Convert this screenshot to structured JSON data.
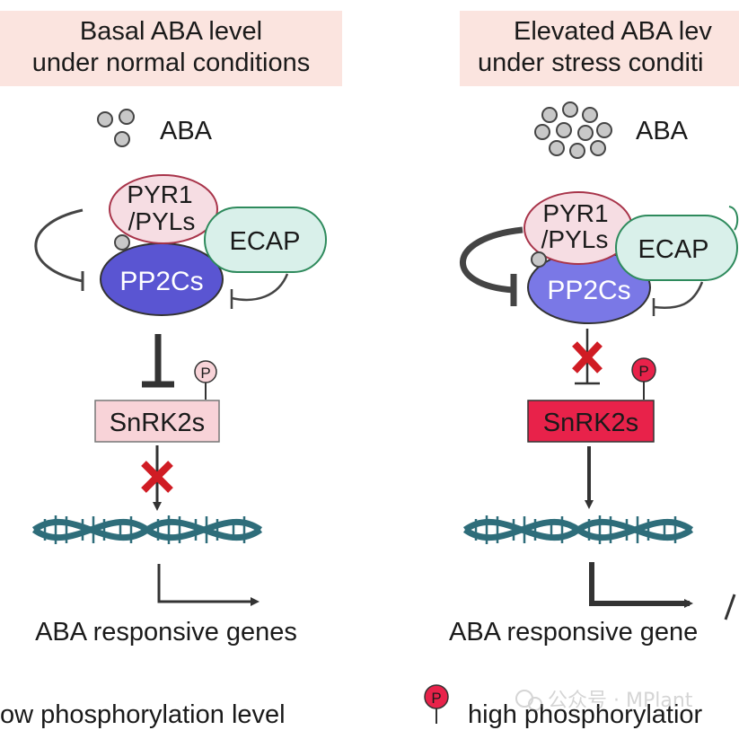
{
  "left_panel": {
    "title_line1": "Basal ABA level",
    "title_line2": "under normal conditions",
    "aba_label": "ABA",
    "receptor_line1": "PYR1",
    "receptor_line2": "/PYLs",
    "ecap_label": "ECAP",
    "pp2c_label": "PP2Cs",
    "kinase_label": "SnRK2s",
    "phospho_symbol": "P",
    "genes_label": "ABA responsive genes"
  },
  "right_panel": {
    "title_line1": "Elevated ABA lev",
    "title_line2": "under stress conditi",
    "aba_label": "ABA",
    "receptor_line1": "PYR1",
    "receptor_line2": "/PYLs",
    "ecap_label": "ECAP",
    "pp2c_label": "PP2Cs",
    "kinase_label": "SnRK2s",
    "phospho_symbol": "P",
    "genes_label": "ABA responsive gene"
  },
  "legend": {
    "low_label": "ow phosphorylation level",
    "high_symbol": "P",
    "high_label": "high phosphorylatior"
  },
  "watermark": "公众号 · MPlant",
  "colors": {
    "title_bg": "#fbe4df",
    "aba_dot": "#c8c8c8",
    "receptor_fill": "#f6dde3",
    "receptor_stroke": "#a8344a",
    "ecap_fill": "#d9f0ea",
    "ecap_stroke": "#2e8a5c",
    "pp2c_left": "#5a55d2",
    "pp2c_right": "#7a78e6",
    "kinase_low": "#f8d3d8",
    "kinase_high": "#e8224a",
    "dna": "#2e6d7a",
    "block_x": "#d01c24",
    "arrow": "#333333"
  }
}
